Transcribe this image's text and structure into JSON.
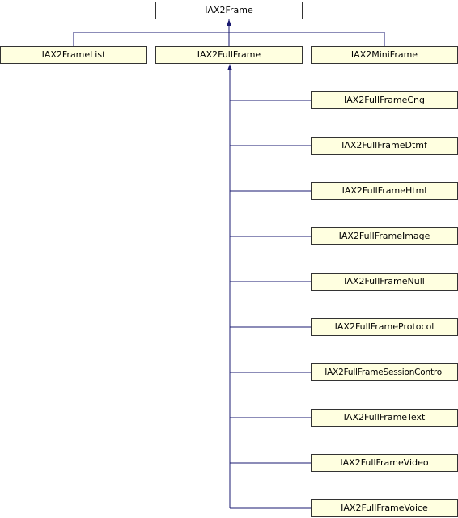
{
  "root": {
    "label": "IAX2Frame"
  },
  "level1": {
    "list": "IAX2FrameList",
    "full": "IAX2FullFrame",
    "mini": "IAX2MiniFrame"
  },
  "children": [
    "IAX2FullFrameCng",
    "IAX2FullFrameDtmf",
    "IAX2FullFrameHtml",
    "IAX2FullFrameImage",
    "IAX2FullFrameNull",
    "IAX2FullFrameProtocol",
    "IAX2FullFrameSessionControl",
    "IAX2FullFrameText",
    "IAX2FullFrameVideo",
    "IAX2FullFrameVoice"
  ],
  "colors": {
    "node_fill": "#ffffe0",
    "edge": "#191970",
    "border": "#333333"
  }
}
